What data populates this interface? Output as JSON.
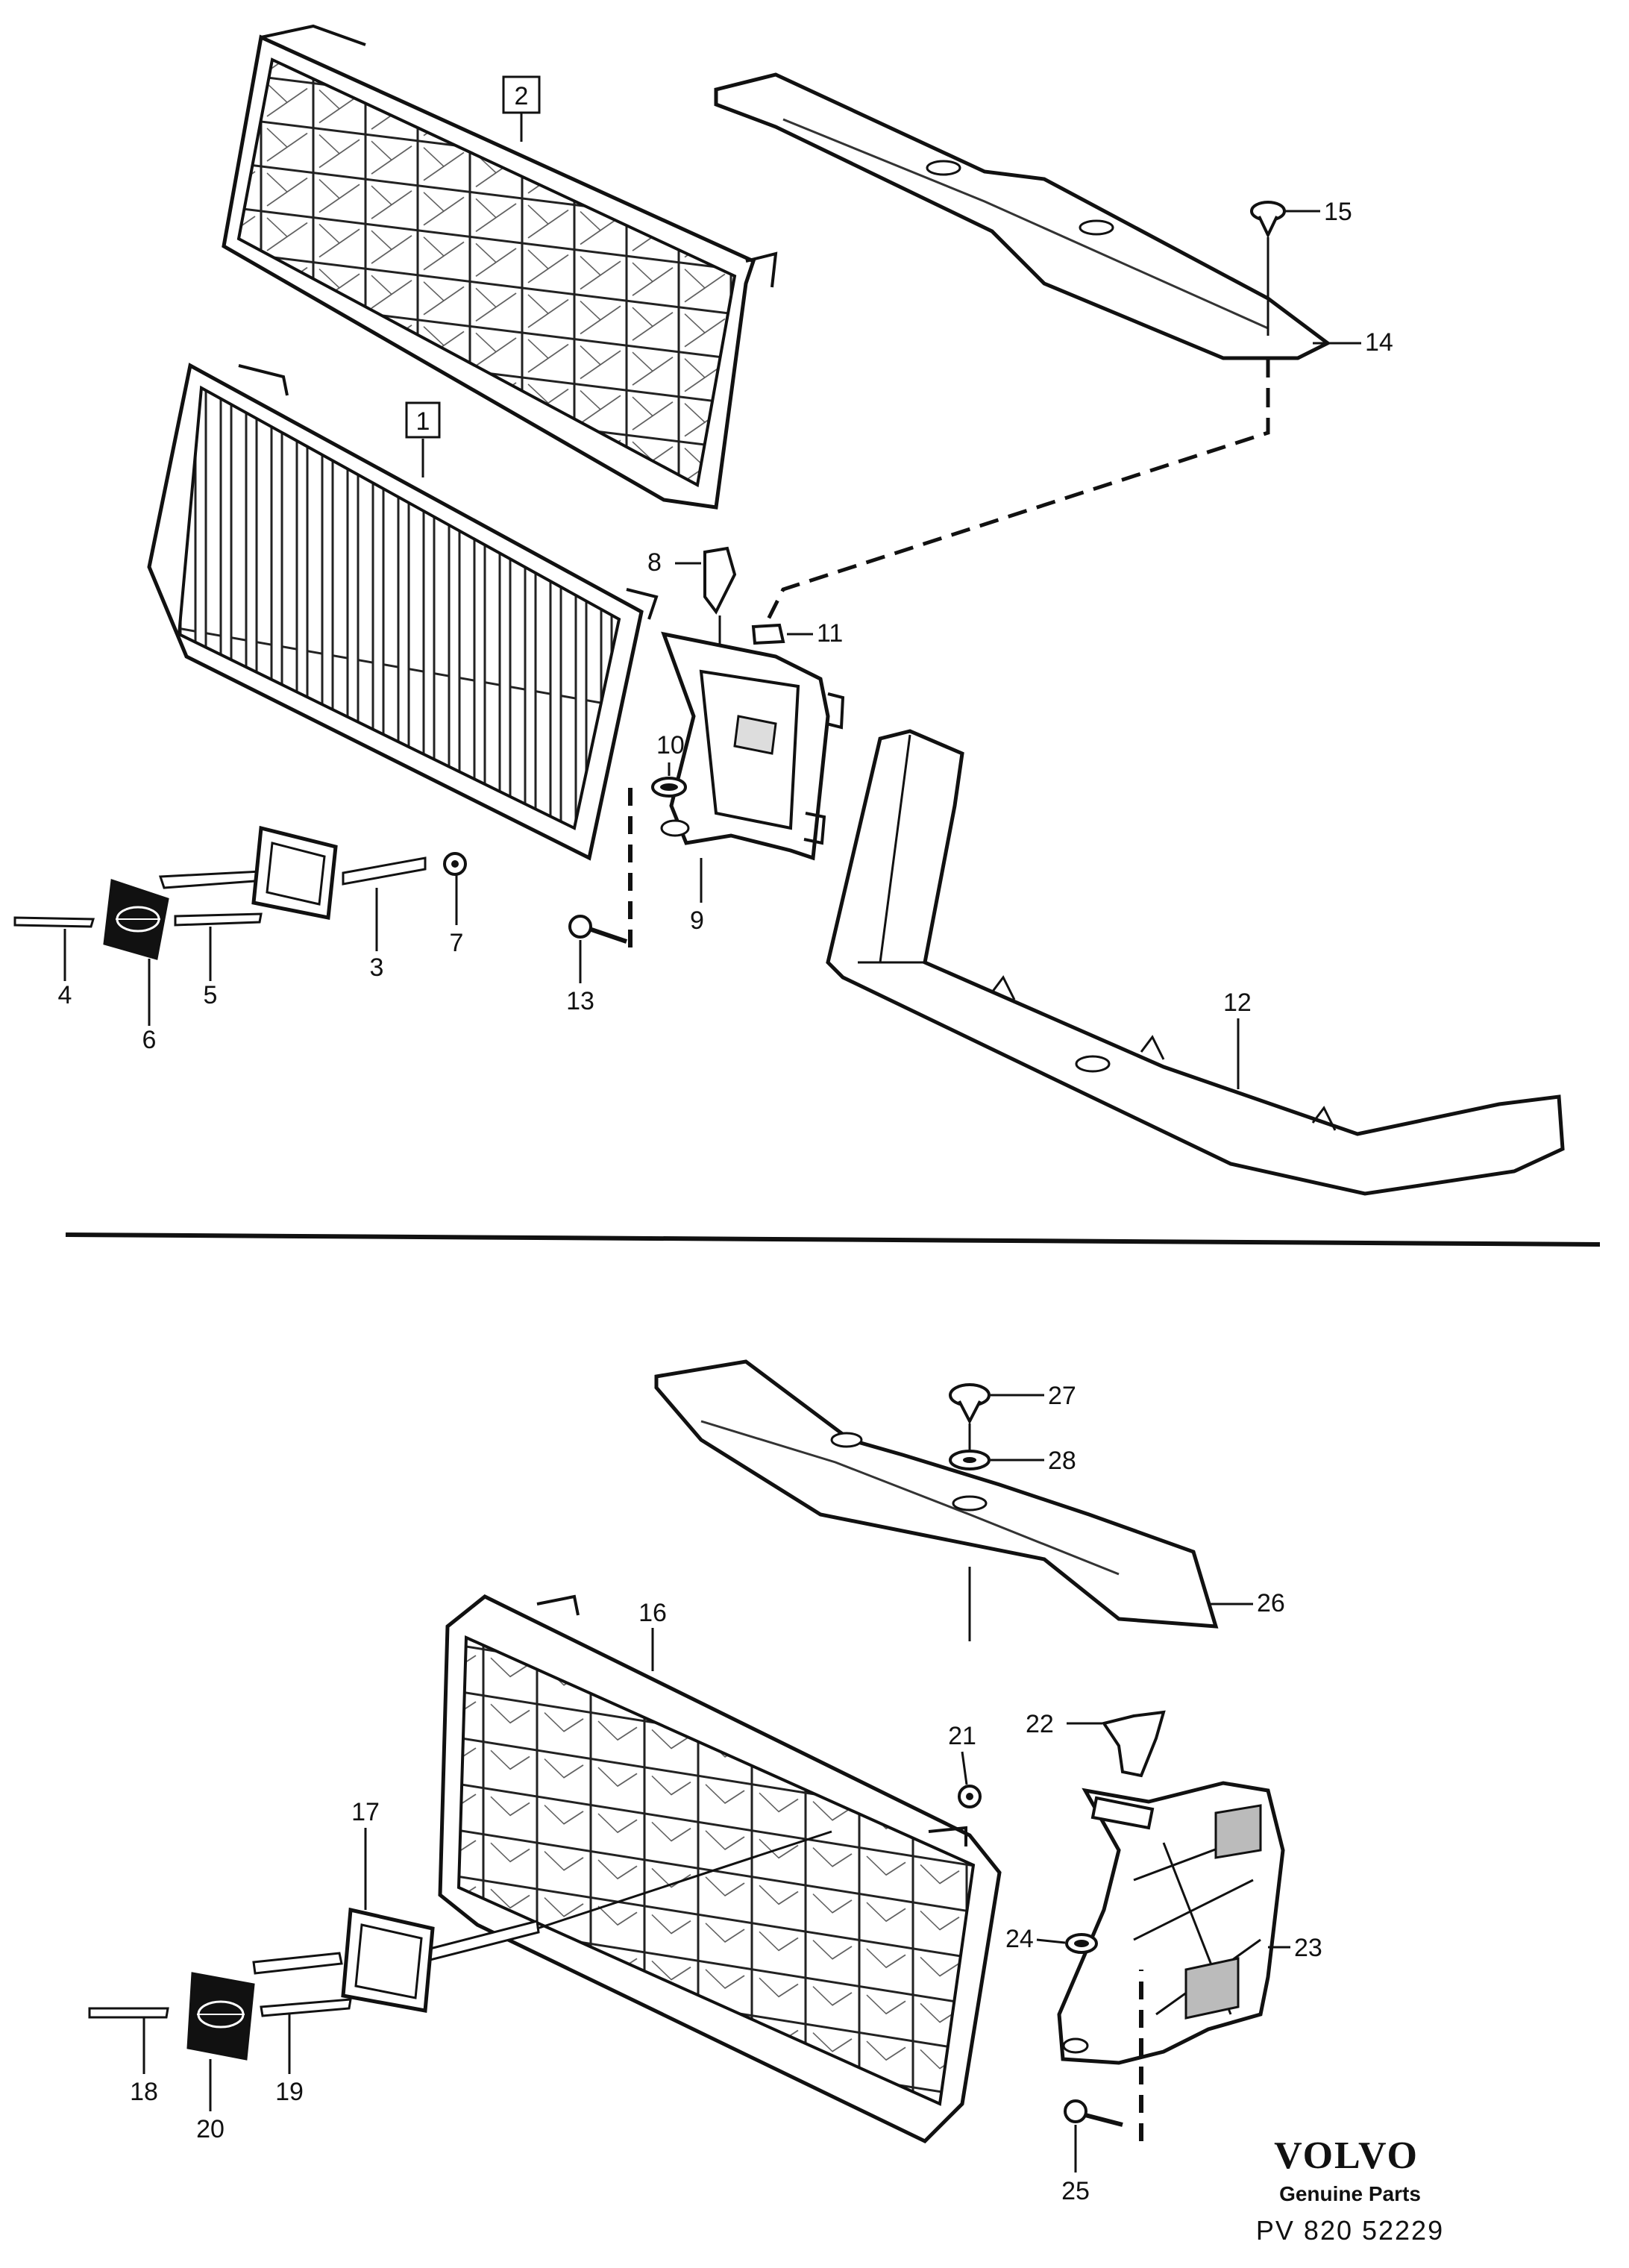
{
  "labels": {
    "l1": "1",
    "l2": "2",
    "l3": "3",
    "l4": "4",
    "l5": "5",
    "l6": "6",
    "l7": "7",
    "l8": "8",
    "l9": "9",
    "l10": "10",
    "l11": "11",
    "l12": "12",
    "l13": "13",
    "l14": "14",
    "l15": "15",
    "l16": "16",
    "l17": "17",
    "l18": "18",
    "l19": "19",
    "l20": "20",
    "l21": "21",
    "l22": "22",
    "l23": "23",
    "l24": "24",
    "l25": "25",
    "l26": "26",
    "l27": "27",
    "l28": "28"
  },
  "footer": {
    "brand": "VOLVO",
    "subtitle": "Genuine Parts",
    "code": "PV  820  52229"
  }
}
